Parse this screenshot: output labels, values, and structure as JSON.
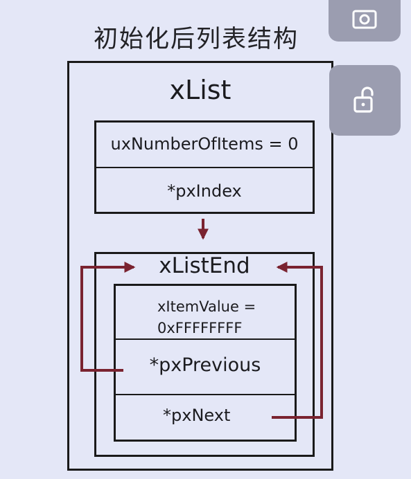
{
  "title": "初始化后列表结构",
  "list": {
    "name": "xList",
    "count_field": "uxNumberOfItems = 0",
    "index_field": "*pxIndex"
  },
  "list_end": {
    "name": "xListEnd",
    "item_value_line1": "xItemValue =",
    "item_value_line2": "0xFFFFFFFF",
    "previous_field": "*pxPrevious",
    "next_field": "*pxNext"
  },
  "colors": {
    "background": "#e4e7f7",
    "arrow": "#7a2330",
    "border": "#1a1a1a",
    "overlay_button": "#9b9db0"
  },
  "icons": {
    "camera_button": "camera-icon",
    "lock_button": "unlock-icon"
  }
}
